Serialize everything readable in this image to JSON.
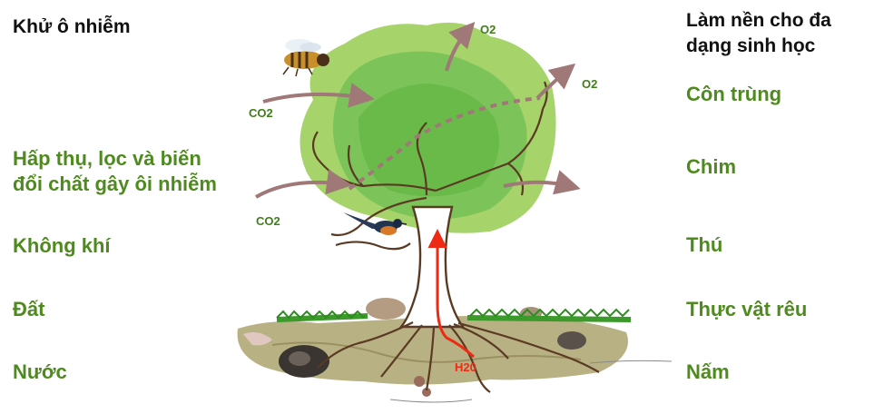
{
  "left": {
    "title": "Khử ô nhiễm",
    "absorb_line1": "Hấp thụ, lọc và biến",
    "absorb_line2": "đổi chất gây ôi nhiễm",
    "air": "Không khí",
    "soil": "Đất",
    "water": "Nước"
  },
  "right": {
    "title_line1": "Làm nền cho đa",
    "title_line2": "dạng sinh học",
    "insects": "Côn trùng",
    "birds": "Chim",
    "mammals": "Thú",
    "mosses": "Thực vật rêu",
    "fungi": "Nấm"
  },
  "gases": {
    "o2_top": "O2",
    "o2_right": "O2",
    "co2_upper": "CO2",
    "co2_lower": "CO2",
    "h2o": "H20"
  },
  "colors": {
    "heading_dark": "#111111",
    "label_green": "#4f8a1f",
    "gas_green": "#3f7f1a",
    "water_red": "#ee2a14",
    "arrow_mauve": "#a07878",
    "canopy_light": "#a6d36a",
    "canopy_dark": "#6aba4a"
  }
}
